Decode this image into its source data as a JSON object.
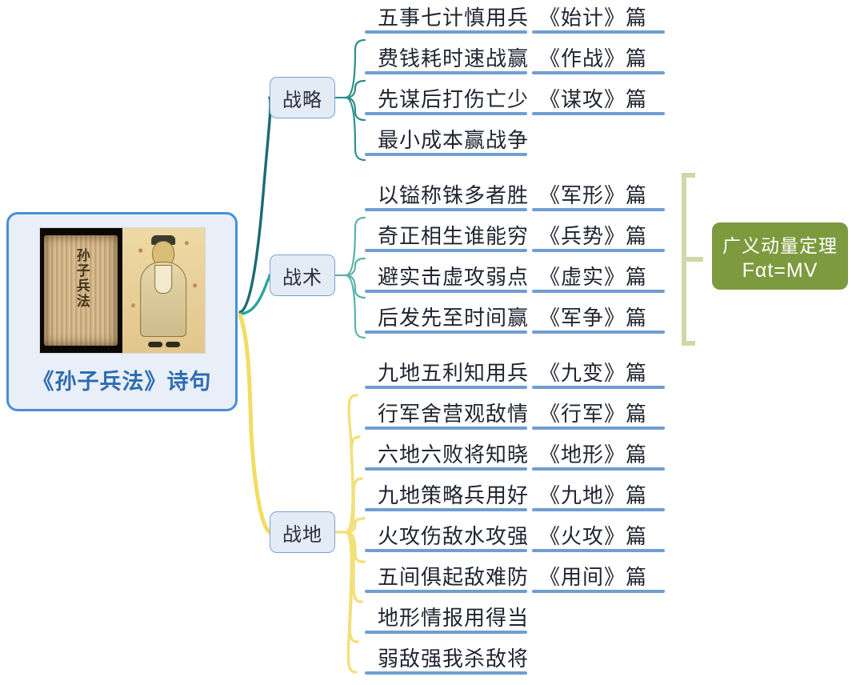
{
  "root": {
    "label": "《孙子兵法》诗句",
    "image_left": "bamboo-slips-photo",
    "image_left_glyphs": "孙子兵法",
    "image_right": "ancient-scholar-portrait"
  },
  "branches": [
    {
      "label": "战略",
      "color": "#1c6b73"
    },
    {
      "label": "战术",
      "color": "#2aa69a"
    },
    {
      "label": "战地",
      "color": "#f5e06a"
    }
  ],
  "leaves": [
    {
      "group": 0,
      "text": "五事七计慎用兵",
      "chapter": "《始计》篇"
    },
    {
      "group": 0,
      "text": "费钱耗时速战赢",
      "chapter": "《作战》篇"
    },
    {
      "group": 0,
      "text": "先谋后打伤亡少",
      "chapter": "《谋攻》篇"
    },
    {
      "group": 0,
      "text": "最小成本赢战争",
      "chapter": ""
    },
    {
      "group": 1,
      "text": "以镒称铢多者胜",
      "chapter": "《军形》篇"
    },
    {
      "group": 1,
      "text": "奇正相生谁能穷",
      "chapter": "《兵势》篇"
    },
    {
      "group": 1,
      "text": "避实击虚攻弱点",
      "chapter": "《虚实》篇"
    },
    {
      "group": 1,
      "text": "后发先至时间赢",
      "chapter": "《军争》篇"
    },
    {
      "group": 2,
      "text": "九地五利知用兵",
      "chapter": "《九变》篇"
    },
    {
      "group": 2,
      "text": "行军舍营观敌情",
      "chapter": "《行军》篇"
    },
    {
      "group": 2,
      "text": "六地六败将知晓",
      "chapter": "《地形》篇"
    },
    {
      "group": 2,
      "text": "九地策略兵用好",
      "chapter": "《九地》篇"
    },
    {
      "group": 2,
      "text": "火攻伤敌水攻强",
      "chapter": "《火攻》篇"
    },
    {
      "group": 2,
      "text": "五间俱起敌难防",
      "chapter": "《用间》篇"
    },
    {
      "group": 2,
      "text": "地形情报用得当",
      "chapter": ""
    },
    {
      "group": 2,
      "text": "弱敌强我杀敌将",
      "chapter": ""
    }
  ],
  "callout": {
    "line1": "广义动量定理",
    "line2": "Fαt=MV",
    "fill_color": "#7d9a3e",
    "bracket_color": "#cdd9a6",
    "covers_group": "战术"
  },
  "colors": {
    "root_border": "#4a8fd4",
    "root_fill": "#e9eff8",
    "root_text": "#2d6cb0",
    "node_fill": "#e3ebf7",
    "node_border": "#7ba2d2",
    "leaf_underline": "#6f9ed0",
    "leaf_text": "#1f2430"
  }
}
